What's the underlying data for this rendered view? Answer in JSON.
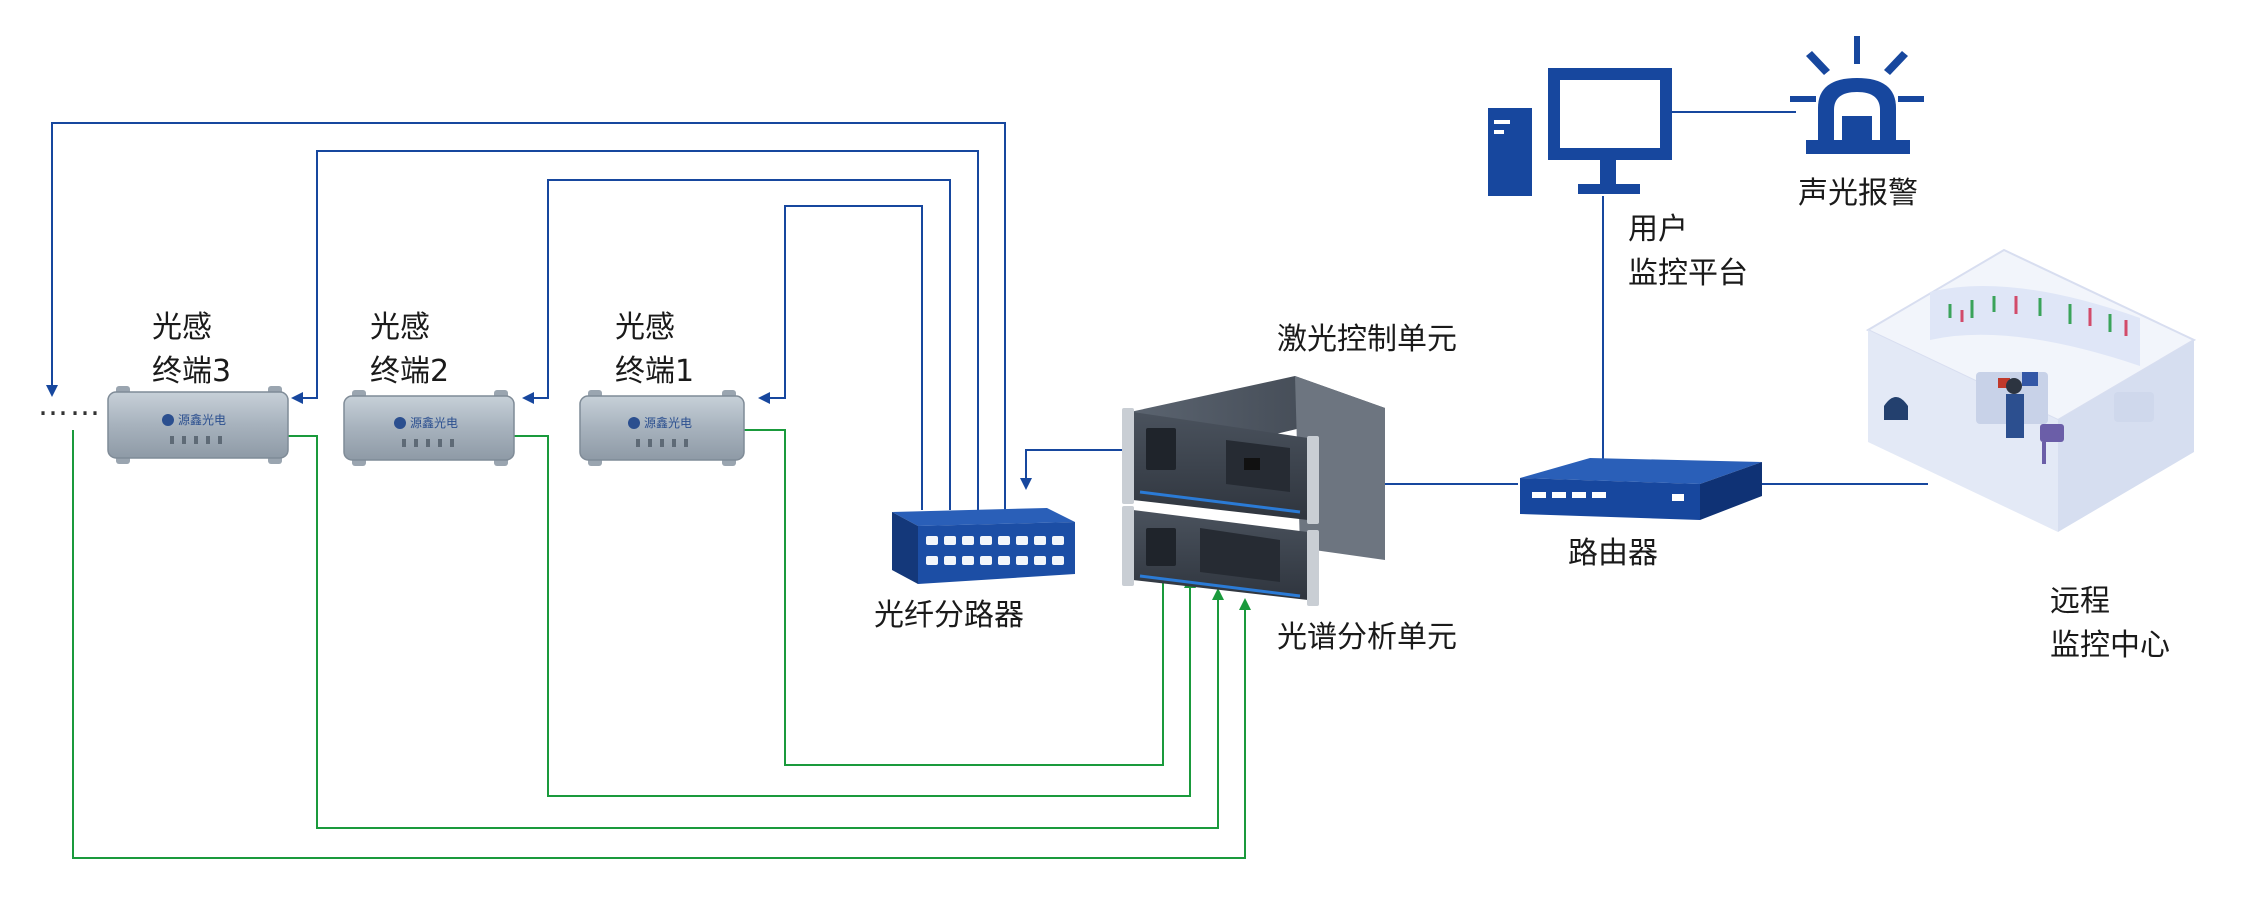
{
  "labels": {
    "terminal3": [
      "光感",
      "终端3"
    ],
    "terminal2": [
      "光感",
      "终端2"
    ],
    "terminal1": [
      "光感",
      "终端1"
    ],
    "ellipsis": "……",
    "splitter": "光纤分路器",
    "laser_unit": "激光控制单元",
    "spectrum_unit": "光谱分析单元",
    "router": "路由器",
    "platform": [
      "用户",
      "监控平台"
    ],
    "alarm": "声光报警",
    "remote": [
      "远程",
      "监控中心"
    ]
  },
  "device_texts": {
    "terminal_brand": "源鑫光电"
  },
  "colors": {
    "blue": "#17479e",
    "green": "#1a9a3c",
    "device_metal": "#a9b4bf",
    "steel": "#3e4550"
  }
}
